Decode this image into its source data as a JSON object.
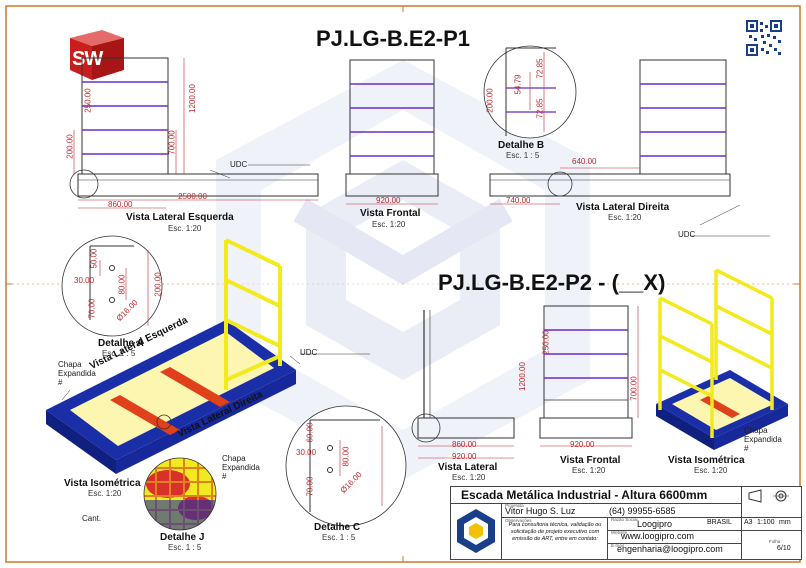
{
  "titles": {
    "p1": "PJ.LG-B.E2-P1",
    "p2": "PJ.LG-B.E2-P2 - (__X)"
  },
  "logo": {
    "text": "SW"
  },
  "views": {
    "lateral_esquerda": {
      "label": "Vista Lateral Esquerda",
      "scale": "Esc. 1:20"
    },
    "frontal_p1": {
      "label": "Vista Frontal",
      "scale": "Esc. 1:20"
    },
    "lateral_direita": {
      "label": "Vista Lateral Direita",
      "scale": "Esc. 1:20"
    },
    "detalhe_b": {
      "label": "Detalhe B",
      "scale": "Esc. 1 : 5"
    },
    "detalhe_a": {
      "label": "Detalhe A",
      "scale": "Esc. 1 : 5"
    },
    "isometrica_p1": {
      "label": "Vista Isométrica",
      "scale": "Esc. 1:20"
    },
    "detalhe_j": {
      "label": "Detalhe J",
      "scale": "Esc. 1 : 5"
    },
    "detalhe_c": {
      "label": "Detalhe C",
      "scale": "Esc. 1 : 5"
    },
    "lateral_p2": {
      "label": "Vista Lateral",
      "scale": "Esc. 1:20"
    },
    "frontal_p2": {
      "label": "Vista Frontal",
      "scale": "Esc. 1:20"
    },
    "isometrica_p2": {
      "label": "Vista Isométrica",
      "scale": "Esc. 1:20"
    }
  },
  "iso_labels": {
    "esquerda": "Vista Lateral Esquerda",
    "direita": "Vista Lateral Direita"
  },
  "dims": {
    "d860": "860.00",
    "d2500": "2500.00",
    "d1200": "1200.00",
    "d700": "700.00",
    "d200": "200.00",
    "d250": "250.00",
    "d920": "920.00",
    "d640": "640.00",
    "d740": "740.00",
    "d5479": "54.79",
    "d7285": "72.85",
    "d7285b": "72.85",
    "d5000": "50.00",
    "d3000": "30.00",
    "d8000": "80.00",
    "d7000": "70.00",
    "d2000": "200.00",
    "dphi": "Ø16.00",
    "c6000": "60.00",
    "c3000": "30.00",
    "c8000": "80.00",
    "c7000": "70.00",
    "cphi": "Ø16.00",
    "p2_860": "860.00",
    "p2_920": "920.00",
    "p2_920f": "920.00",
    "p2_1200": "1200.00",
    "p2_700": "700.00",
    "p2_250": "250.00"
  },
  "notes": {
    "udc1": "UDC",
    "udc2": "UDC",
    "udc3": "UDC",
    "chapa1": "Chapa\nExpandida\n#",
    "chapa2": "Chapa\nExpandida\n#",
    "chapa3": "Chapa\nExpandida\n#",
    "cant": "Cant."
  },
  "title_block": {
    "title": "Escada Metálica Industrial - Altura 6600mm",
    "projetista_label": "Projetista",
    "projetista": "Vitor Hugo S. Luz",
    "telefone": "(64) 99955-6585",
    "obs_label": "Observações",
    "obs": "Para consultoria técnica, validação ou solicitação de projeto executivo com emissão de ART, entre em contato:",
    "razao_label": "Razão Social",
    "empresa": "Loogipro",
    "pais": "BRASIL",
    "site_label": "Website",
    "site": "www.loogipro.com",
    "email_label": "E-mail",
    "email": "engenharia@loogipro.com",
    "formato": "A3",
    "escala": "1:100",
    "unidade": "mm",
    "folha_label": "Folha",
    "folha": "6/10"
  },
  "colors": {
    "grating_blue": "#1a2ea8",
    "rail_yellow": "#f2ea1e",
    "dim_red": "#c0282d",
    "border_orange": "#c97a2a",
    "member_purple": "#6a2bc9",
    "watermark": "#d9dff0"
  }
}
